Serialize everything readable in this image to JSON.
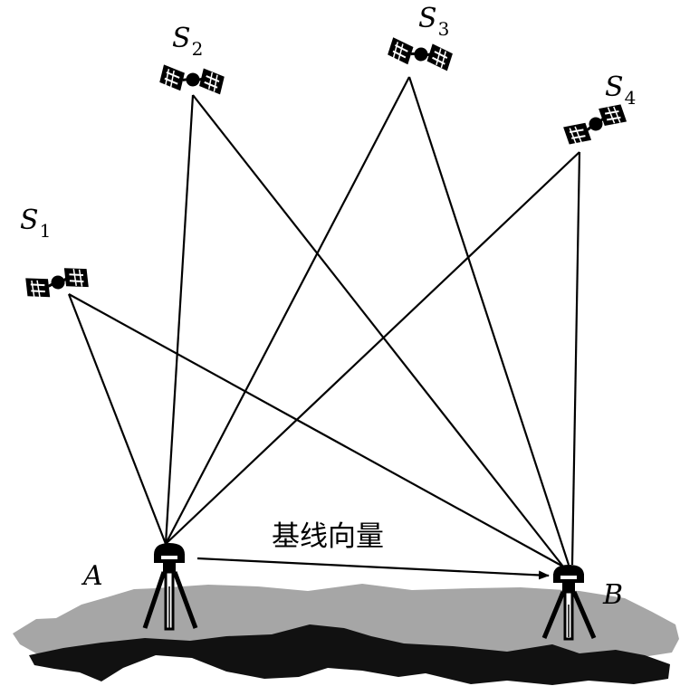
{
  "satellites": [
    {
      "id": "S1",
      "letter": "S",
      "sub": "1"
    },
    {
      "id": "S2",
      "letter": "S",
      "sub": "2"
    },
    {
      "id": "S3",
      "letter": "S",
      "sub": "3"
    },
    {
      "id": "S4",
      "letter": "S",
      "sub": "4"
    }
  ],
  "stations": {
    "a": "A",
    "b": "B"
  },
  "baseline_label": "基线向量",
  "colors": {
    "line": "#000000",
    "ground_top": "#a6a6a6",
    "ground_dark": "#111111",
    "background": "#ffffff"
  }
}
